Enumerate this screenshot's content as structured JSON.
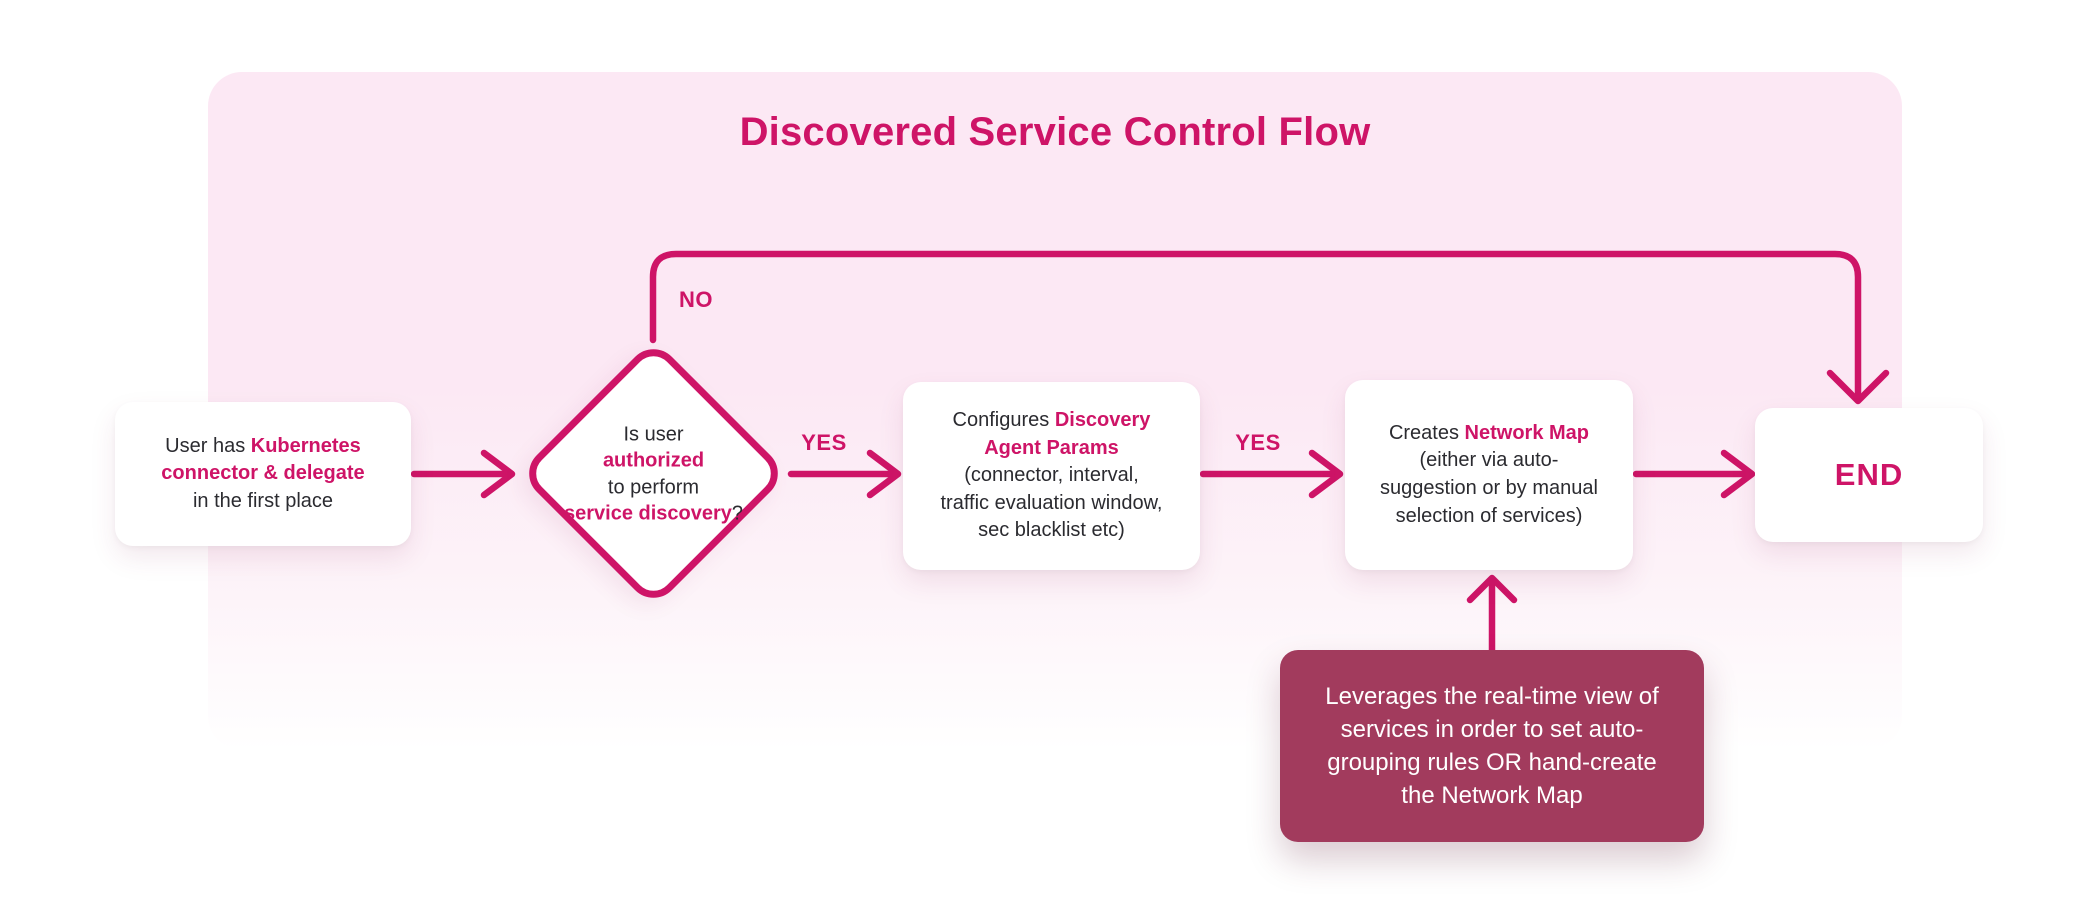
{
  "title": "Discovered Service Control Flow",
  "colors": {
    "accent": "#CE1467",
    "text": "#2B2B30",
    "note_bg": "#A23B5D",
    "note_text": "#FFFFFF",
    "canvas_top": "#FCE8F4",
    "canvas_mid": "#FDF4F9",
    "canvas_bottom": "#FFFFFF"
  },
  "labels": {
    "no": "NO",
    "yes_decision": "YES",
    "yes_configure": "YES"
  },
  "nodes": {
    "start": {
      "segments": [
        {
          "t": "User has "
        },
        {
          "t": "Kubernetes",
          "accent": true
        },
        {
          "br": true
        },
        {
          "t": "connector & delegate",
          "accent": true
        },
        {
          "br": true
        },
        {
          "t": "in the first place"
        }
      ]
    },
    "decision": {
      "segments": [
        {
          "t": "Is user"
        },
        {
          "br": true
        },
        {
          "t": "authorized",
          "accent": true
        },
        {
          "br": true
        },
        {
          "t": "to perform"
        },
        {
          "br": true
        },
        {
          "t": "service discovery",
          "accent": true
        },
        {
          "t": "?"
        }
      ]
    },
    "configure": {
      "segments": [
        {
          "t": "Configures "
        },
        {
          "t": "Discovery",
          "accent": true
        },
        {
          "br": true
        },
        {
          "t": "Agent Params",
          "accent": true
        },
        {
          "br": true
        },
        {
          "t": "(connector, interval,"
        },
        {
          "br": true
        },
        {
          "t": "traffic evaluation window,"
        },
        {
          "br": true
        },
        {
          "t": "sec blacklist etc)"
        }
      ]
    },
    "create_map": {
      "segments": [
        {
          "t": "Creates "
        },
        {
          "t": "Network Map",
          "accent": true
        },
        {
          "br": true
        },
        {
          "t": "(either via auto-"
        },
        {
          "br": true
        },
        {
          "t": "suggestion or by manual"
        },
        {
          "br": true
        },
        {
          "t": "selection of services)"
        }
      ]
    },
    "end": {
      "label": "END"
    },
    "note": {
      "segments": [
        {
          "t": "Leverages the real-time view of"
        },
        {
          "br": true
        },
        {
          "t": "services in order to set auto-"
        },
        {
          "br": true
        },
        {
          "t": "grouping rules OR hand-create"
        },
        {
          "br": true
        },
        {
          "t": "the Network Map"
        }
      ]
    }
  }
}
